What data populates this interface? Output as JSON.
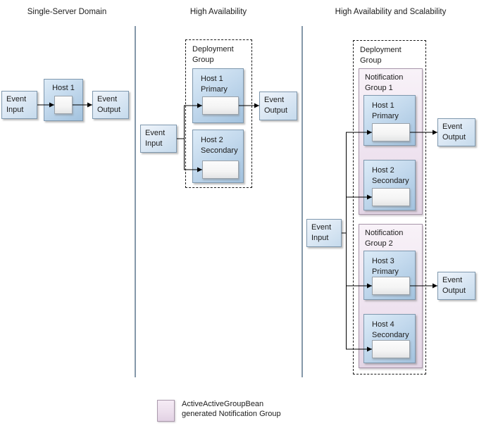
{
  "titles": {
    "column1": "Single-Server Domain",
    "column2": "High Availability",
    "column3": "High Availability and Scalability"
  },
  "single_server": {
    "event_input": "Event\nInput",
    "host1": "Host 1",
    "event_output": "Event\nOutput"
  },
  "high_availability": {
    "event_input": "Event\nInput",
    "deployment_group": "Deployment\nGroup",
    "host1": "Host 1\nPrimary",
    "host2": "Host 2\nSecondary",
    "event_output": "Event\nOutput"
  },
  "ha_scalability": {
    "event_input": "Event\nInput",
    "deployment_group": "Deployment\nGroup",
    "notification_group1": "Notification\nGroup 1",
    "notification_group2": "Notification\nGroup 2",
    "host1": "Host 1\nPrimary",
    "host2": "Host 2\nSecondary",
    "host3": "Host 3\nPrimary",
    "host4": "Host 4\nSecondary",
    "event_output1": "Event\nOutput",
    "event_output2": "Event\nOutput"
  },
  "legend": {
    "label": "ActiveActiveGroupBean\ngenerated Notification Group"
  },
  "colors": {
    "host_box_top": "#dcebf7",
    "host_box_bottom": "#a2c2de",
    "event_box_top": "#f0f5fb",
    "event_box_bottom": "#c5daec",
    "box_border": "#7f98ae",
    "notification_group_top": "#f8f2f8",
    "notification_group_bottom": "#e3d5e5",
    "notification_group_border": "#a795a9",
    "column_divider": "#8598a9",
    "connector": "#000000"
  }
}
